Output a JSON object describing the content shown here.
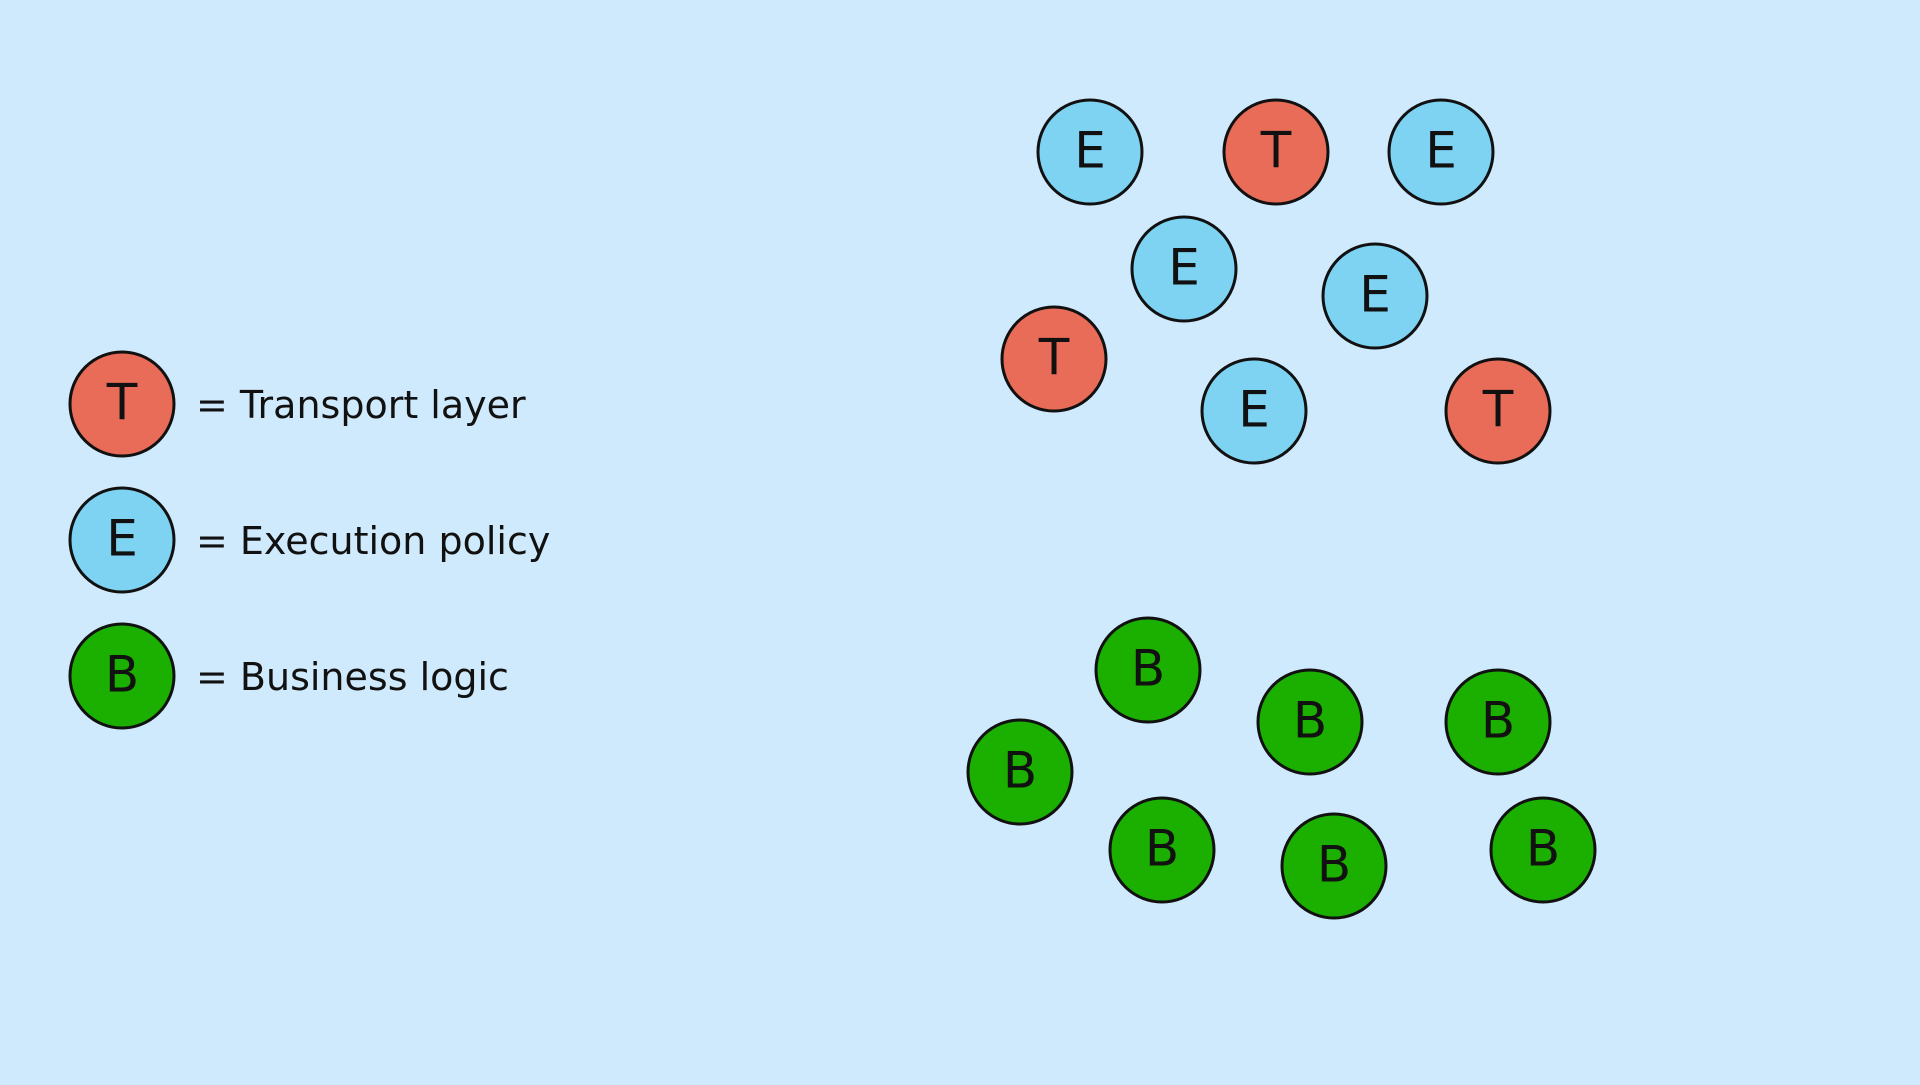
{
  "colors": {
    "background": "#d0eafd",
    "transport": "#e86c58",
    "execution": "#7fd3f2",
    "business": "#1bb000",
    "stroke": "#111111"
  },
  "legend": [
    {
      "kind": "transport",
      "letter": "T",
      "label": "= Transport layer"
    },
    {
      "kind": "execution",
      "letter": "E",
      "label": "= Execution policy"
    },
    {
      "kind": "business",
      "letter": "B",
      "label": "= Business logic"
    }
  ],
  "nodes": [
    {
      "kind": "execution",
      "letter": "E"
    },
    {
      "kind": "transport",
      "letter": "T"
    },
    {
      "kind": "execution",
      "letter": "E"
    },
    {
      "kind": "execution",
      "letter": "E"
    },
    {
      "kind": "execution",
      "letter": "E"
    },
    {
      "kind": "transport",
      "letter": "T"
    },
    {
      "kind": "execution",
      "letter": "E"
    },
    {
      "kind": "transport",
      "letter": "T"
    },
    {
      "kind": "business",
      "letter": "B"
    },
    {
      "kind": "business",
      "letter": "B"
    },
    {
      "kind": "business",
      "letter": "B"
    },
    {
      "kind": "business",
      "letter": "B"
    },
    {
      "kind": "business",
      "letter": "B"
    },
    {
      "kind": "business",
      "letter": "B"
    },
    {
      "kind": "business",
      "letter": "B"
    }
  ]
}
